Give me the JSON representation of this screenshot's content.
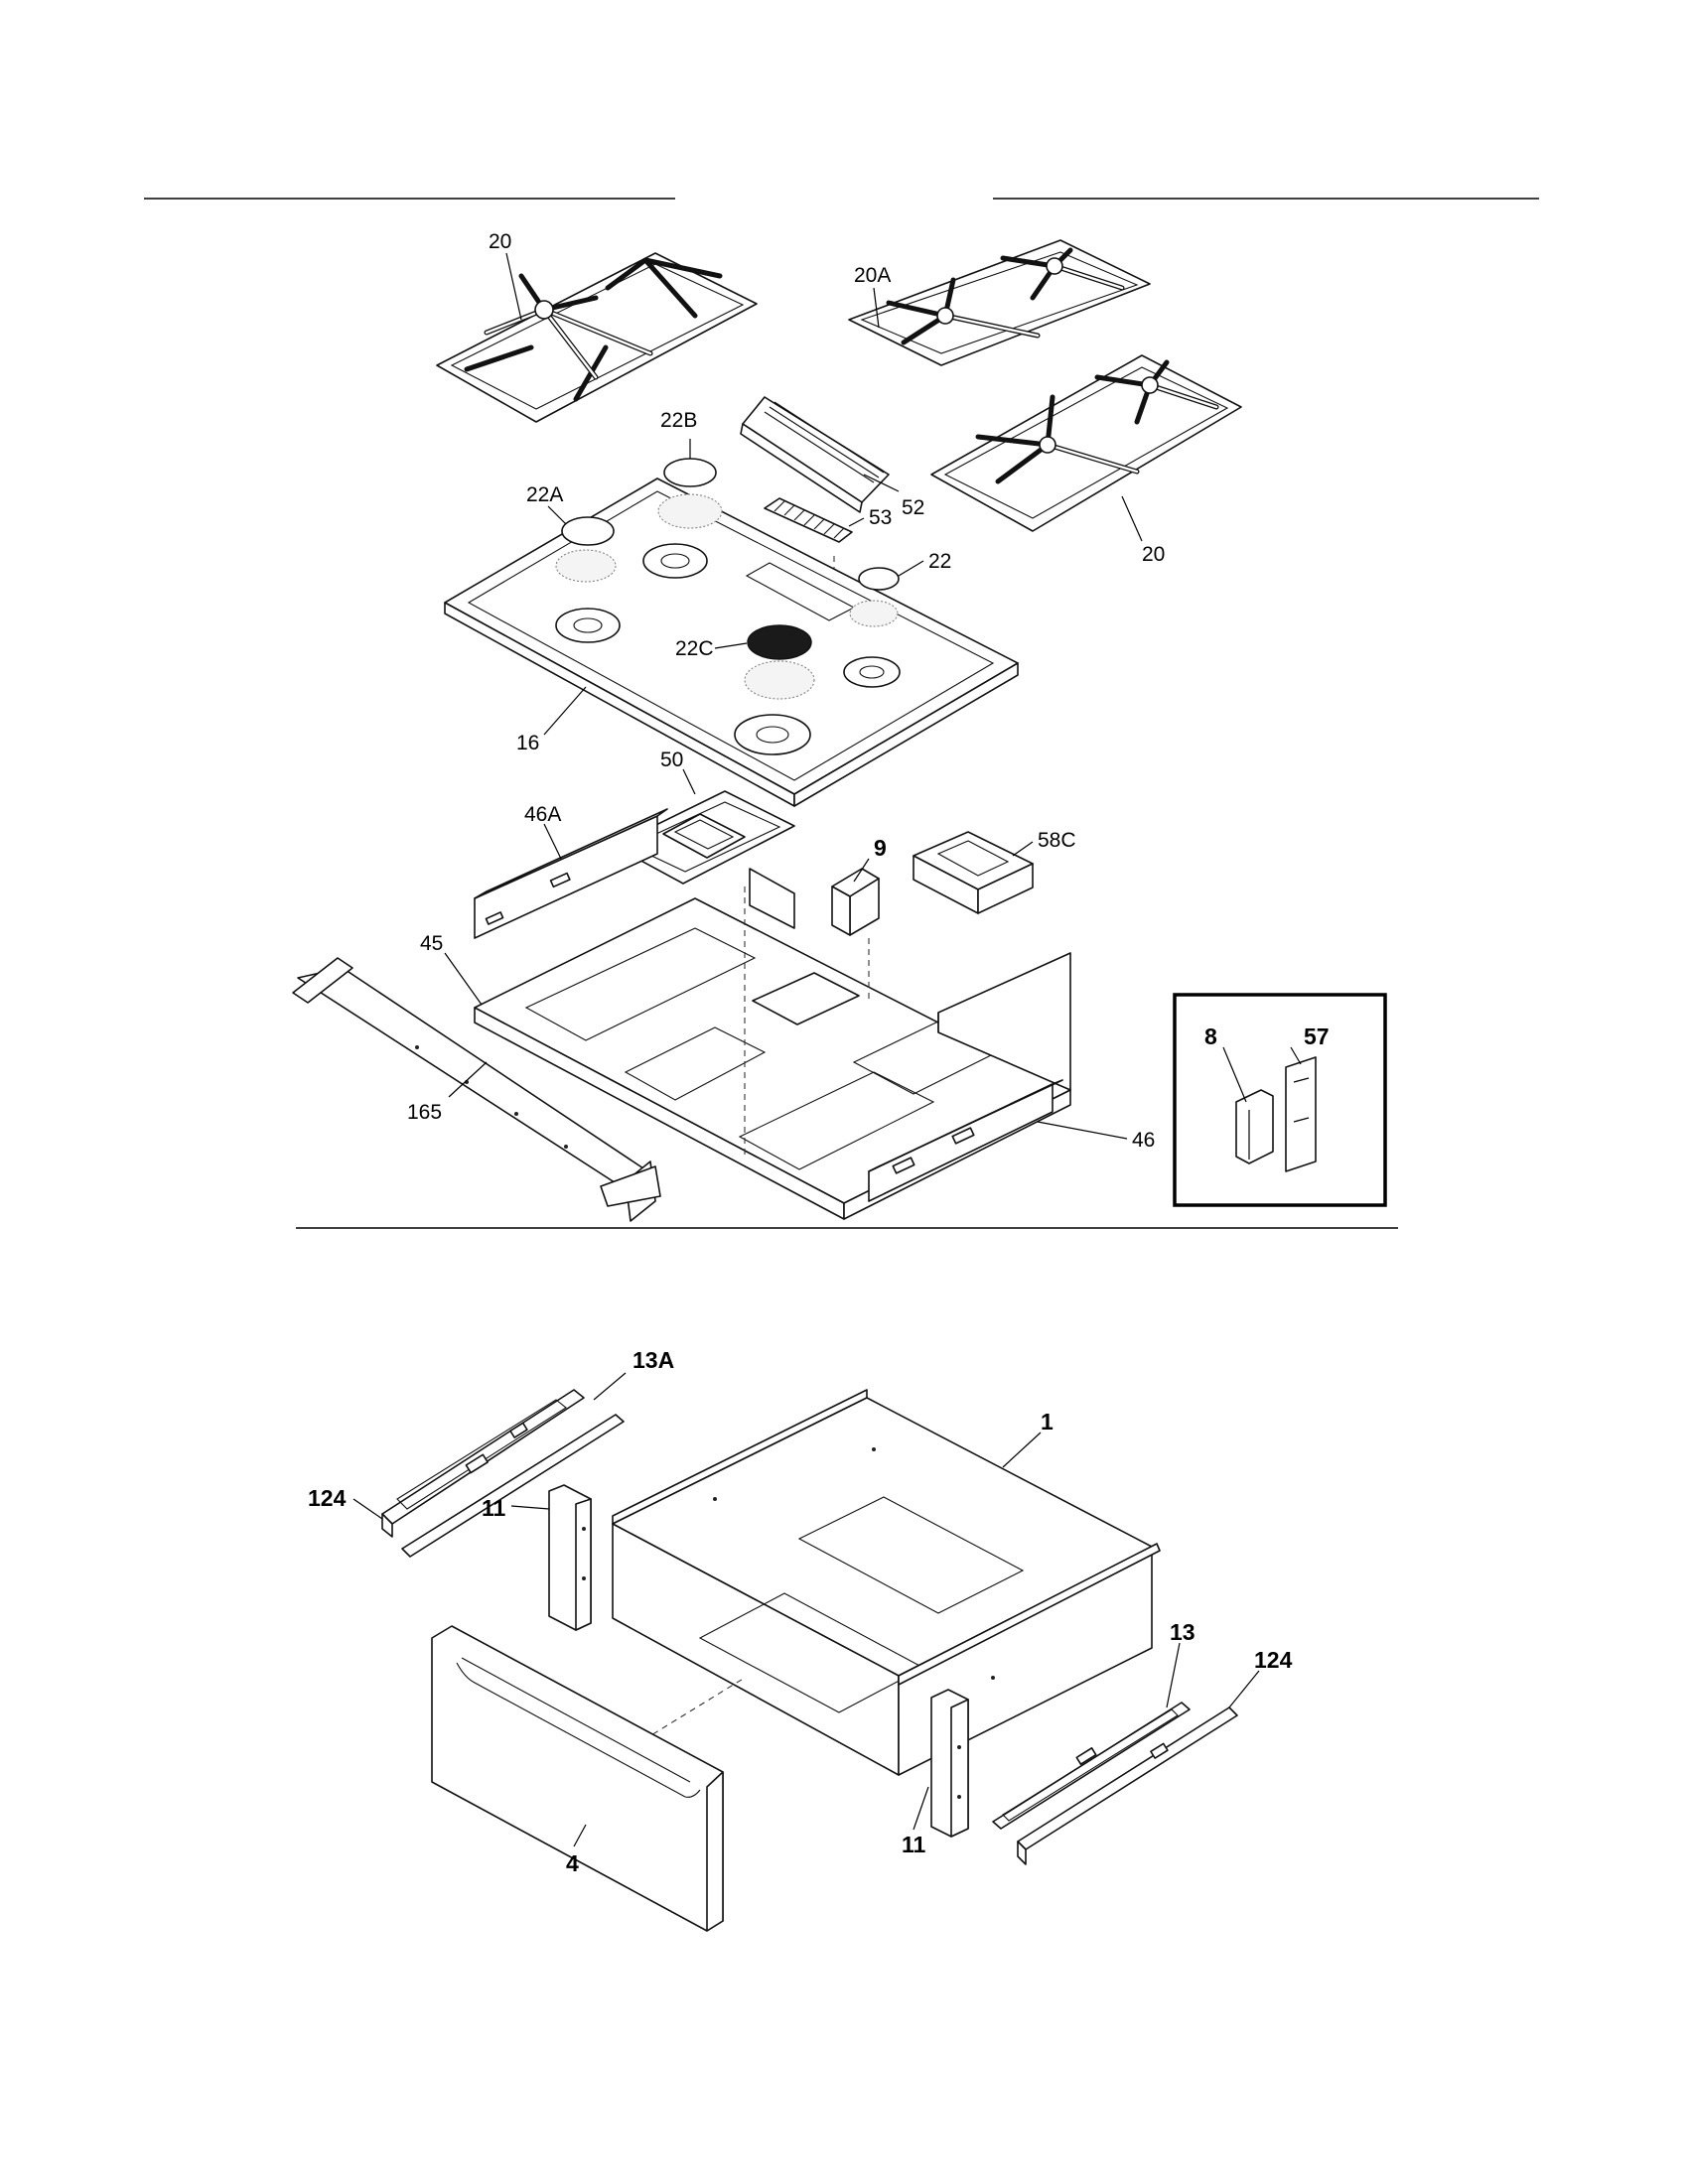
{
  "diagram": {
    "type": "exploded-parts-view",
    "top_assembly": {
      "callouts": {
        "grate_left": "20",
        "grate_right_back": "20A",
        "grate_right_front": "20",
        "cap_22b": "22B",
        "cap_22a": "22A",
        "cap_22": "22",
        "cap_22c": "22C",
        "griddle_cover": "52",
        "griddle_grate": "53",
        "cooktop": "16",
        "burner_box": "50",
        "side_panel_left": "46A",
        "bracket_9": "9",
        "box_58c": "58C",
        "frame_45": "45",
        "rail_165": "165",
        "side_panel_right": "46"
      },
      "inset": {
        "callouts": {
          "part_8": "8",
          "part_57": "57"
        }
      }
    },
    "drawer_assembly": {
      "callouts": {
        "slide_13a": "13A",
        "slide_left": "124",
        "bracket_left": "11",
        "drawer_body": "1",
        "slide_13": "13",
        "slide_right": "124",
        "bracket_right": "11",
        "drawer_front": "4"
      }
    }
  }
}
